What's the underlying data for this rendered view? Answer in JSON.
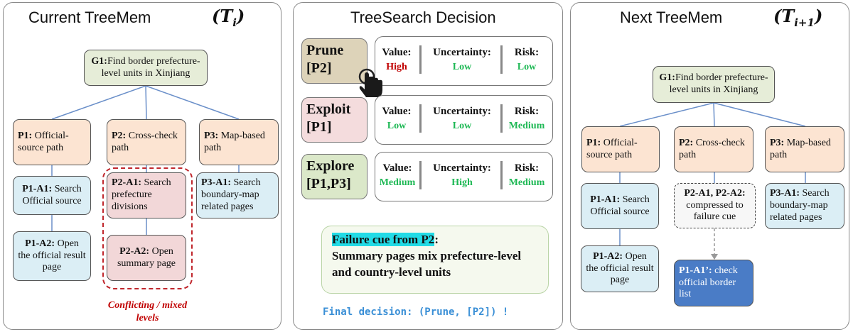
{
  "left": {
    "title": "Current TreeMem",
    "title_math": "T",
    "title_sub": "i",
    "root": {
      "bold": "G1:",
      "text": "Find border prefecture-level units in Xinjiang"
    },
    "paths": [
      {
        "bold": "P1:",
        "text": " Official-source path"
      },
      {
        "bold": "P2:",
        "text": " Cross-check path"
      },
      {
        "bold": "P3:",
        "text": " Map-based path"
      }
    ],
    "actions": [
      {
        "bold": "P1-A1:",
        "text": " Search Official source"
      },
      {
        "bold": "P1-A2:",
        "text": " Open the official result page"
      },
      {
        "bold": "P2-A1:",
        "text": " Search prefecture divisions"
      },
      {
        "bold": "P2-A2:",
        "text": " Open summary page"
      },
      {
        "bold": "P3-A1:",
        "text": " Search boundary-map related pages"
      }
    ],
    "conflict_label": "Conflicting / mixed levels"
  },
  "middle": {
    "title": "TreeSearch Decision",
    "decisions": [
      {
        "action": "Prune",
        "target": "[P2]",
        "value": "High",
        "uncertainty": "Low",
        "risk": "Low"
      },
      {
        "action": "Exploit",
        "target": "[P1]",
        "value": "Low",
        "uncertainty": "Low",
        "risk": "Medium"
      },
      {
        "action": "Explore",
        "target": "[P1,P3]",
        "value": "Medium",
        "uncertainty": "High",
        "risk": "Medium"
      }
    ],
    "labels": {
      "value": "Value:",
      "uncertainty": "Uncertainty:",
      "risk": "Risk:"
    },
    "failure_cue_title": "Failure cue from P2",
    "failure_cue_colon": ":",
    "failure_cue_text": "Summary pages mix prefecture-level and country-level units",
    "final_decision": "Final decision: (Prune, [P2]) !",
    "cursor_icon": "hand-pointer-icon"
  },
  "right": {
    "title": "Next TreeMem",
    "title_math": "T",
    "title_sub": "i+1",
    "root": {
      "bold": "G1:",
      "text": "Find border prefecture-level units in Xinjiang"
    },
    "paths": [
      {
        "bold": "P1:",
        "text": " Official-source path"
      },
      {
        "bold": "P2:",
        "text": " Cross-check path"
      },
      {
        "bold": "P3:",
        "text": " Map-based path"
      }
    ],
    "actions": [
      {
        "bold": "P1-A1:",
        "text": " Search Official source"
      },
      {
        "bold": "P1-A2:",
        "text": " Open the official result page"
      },
      {
        "bold": "P2-A1, P2-A2:",
        "text": " compressed to failure cue"
      },
      {
        "bold": "P3-A1:",
        "text": " Search boundary-map related pages"
      },
      {
        "bold": "P1-A1’:",
        "text": " check official border list"
      }
    ]
  },
  "colors": {
    "goal": "#e6edd8",
    "path": "#fce4d2",
    "action": "#dbeef5",
    "pruned": "#f2d7d8",
    "new_action": "#4a7cc6",
    "high": "#c00000",
    "low": "#1db854",
    "connector": "#6a8fc9"
  }
}
